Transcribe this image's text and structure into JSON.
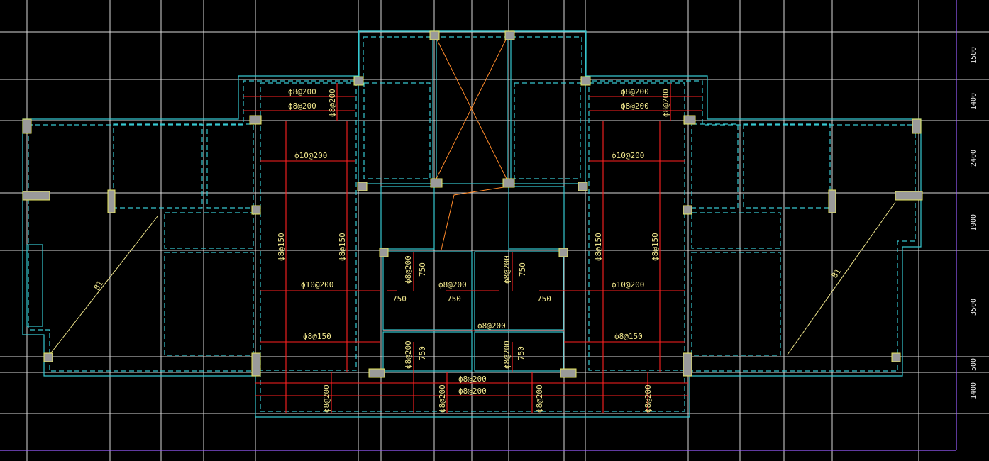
{
  "colors": {
    "background": "#000000",
    "grid": "#d8d8d8",
    "wall": "#36c7d0",
    "rebar": "#ff2020",
    "label": "#f0e68c",
    "column": "#9a9a9a",
    "dimension": "#e6e6e6"
  },
  "labels": {
    "a": "ϕ8@200",
    "b": "ϕ8@200",
    "c": "ϕ10@200",
    "d": "ϕ8@150",
    "e": "ϕ8@150",
    "f": "ϕ10@200",
    "g": "ϕ8@150",
    "h": "ϕ8@200",
    "i": "ϕ8@200",
    "j": "ϕ8@200",
    "k": "ϕ8@200",
    "l": "ϕ8@200",
    "m": "ϕ8@200",
    "n": "ϕ8@200",
    "o": "ϕ8@200",
    "p": "ϕ8@200",
    "q": "ϕ8@200",
    "r": "ϕ8@200",
    "s": "ϕ8@200",
    "t": "ϕ10@200",
    "u": "ϕ8@150",
    "v": "ϕ8@150",
    "w": "ϕ10@200",
    "x": "ϕ8@150",
    "y": "ϕ8@200",
    "z": "ϕ8@200",
    "n750": "750",
    "b1": "B1"
  },
  "dimensions": [
    "1500",
    "1400",
    "2400",
    "1900",
    "3500",
    "500",
    "1400"
  ]
}
